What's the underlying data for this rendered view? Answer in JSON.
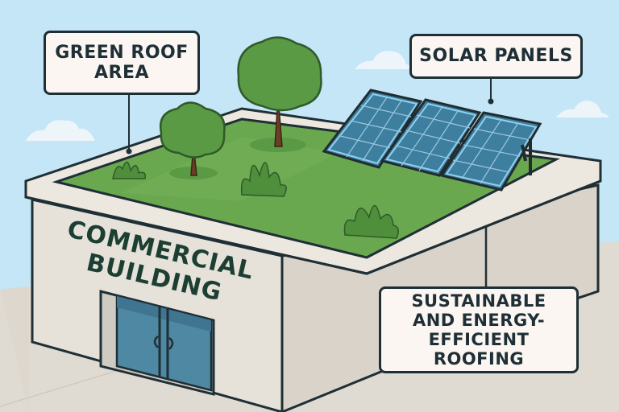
{
  "scene": {
    "title": "Commercial building with green roof and solar panels",
    "colors": {
      "sky": "#c4e6f6",
      "cloud": "#eef5fa",
      "ground": "#e0dbd2",
      "wall": "#e6e1d9",
      "wall_shade": "#d3cdc4",
      "parapet": "#ece7df",
      "outline": "#1f2f36",
      "grass": "#6aa84f",
      "tree_foliage": "#5a9a45",
      "trunk": "#6b3f26",
      "solar_cell": "#3e7fa0",
      "solar_frame": "#8fd0ee",
      "glass": "#4e88a3",
      "label_text": "#1f2f36",
      "building_text_green": "#1c3f33",
      "building_text_blue": "#1c3448"
    }
  },
  "labels": {
    "green_roof": "GREEN ROOF\nAREA",
    "solar_panels": "SOLAR PANELS",
    "sustainable": "SUSTAINABLE\nAND ENERGY-\nEFFICIENT ROOFING",
    "building": "COMMERCIAL\nBUILDING"
  }
}
